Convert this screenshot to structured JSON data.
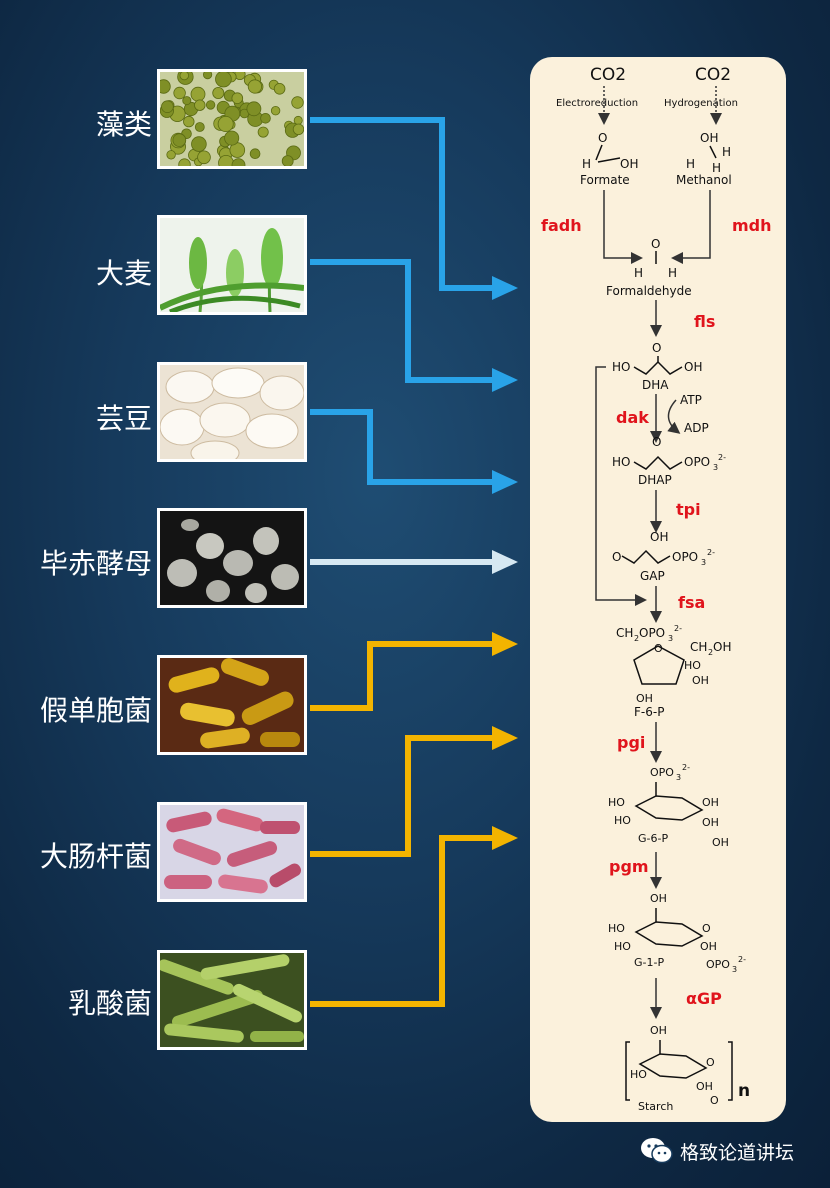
{
  "organisms": [
    {
      "label": "藻类",
      "arrow_color": "#29a3e8"
    },
    {
      "label": "大麦",
      "arrow_color": "#29a3e8"
    },
    {
      "label": "芸豆",
      "arrow_color": "#29a3e8"
    },
    {
      "label": "毕赤酵母",
      "arrow_color": "#d6e8f2"
    },
    {
      "label": "假单胞菌",
      "arrow_color": "#f3b400"
    },
    {
      "label": "大肠杆菌",
      "arrow_color": "#f3b400"
    },
    {
      "label": "乳酸菌",
      "arrow_color": "#f3b400"
    }
  ],
  "pathway": {
    "co2_left": "CO2",
    "co2_right": "CO2",
    "electroreduction": "Electroreduction",
    "hydrogenation": "Hydrogenation",
    "formate": "Formate",
    "methanol": "Methanol",
    "formaldehyde": "Formaldehyde",
    "dha": "DHA",
    "atp": "ATP",
    "adp": "ADP",
    "dhap": "DHAP",
    "gap": "GAP",
    "f6p": "F-6-P",
    "g6p": "G-6-P",
    "g1p": "G-1-P",
    "starch": "Starch",
    "polymer_n": "n",
    "enzymes": {
      "fadh": "fadh",
      "mdh": "mdh",
      "fls": "fls",
      "dak": "dak",
      "tpi": "tpi",
      "fsa": "fsa",
      "pgi": "pgi",
      "pgm": "pgm",
      "agp": "αGP"
    }
  },
  "watermark": {
    "text": "格致论道讲坛",
    "icon": "wechat-icon"
  }
}
